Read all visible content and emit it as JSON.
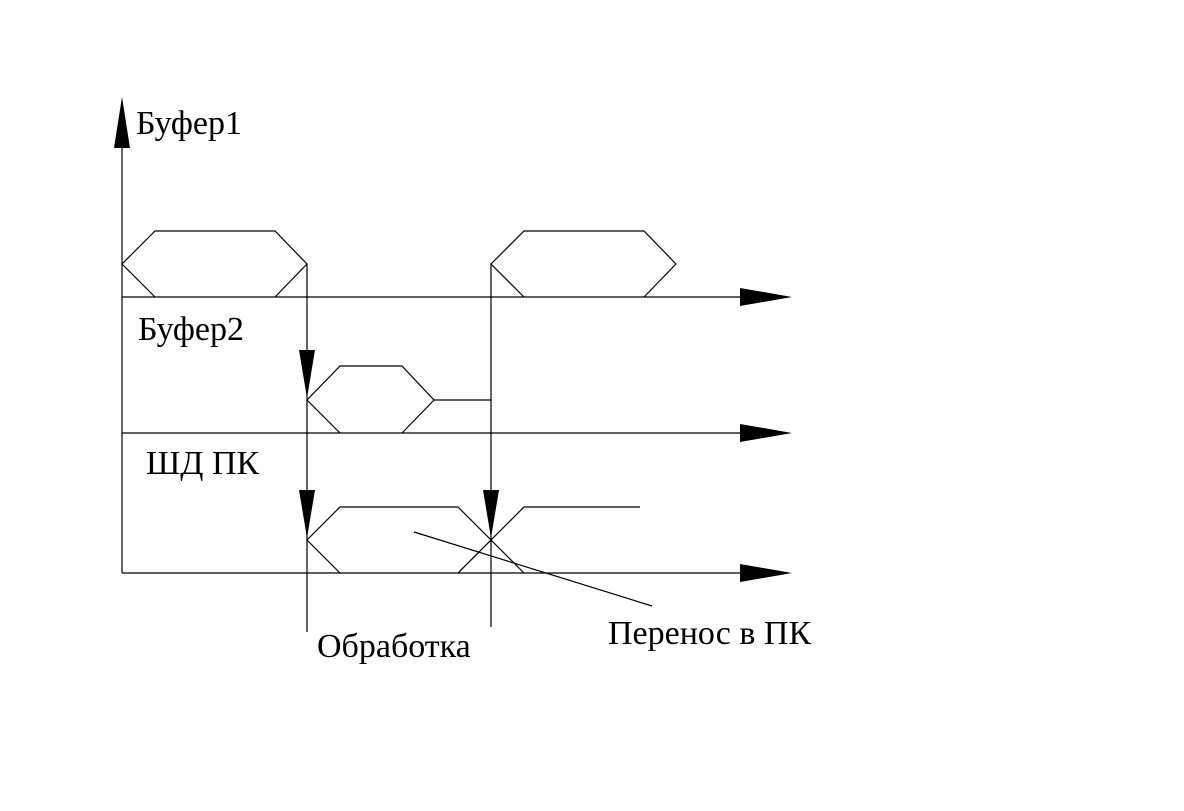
{
  "diagram": {
    "labels": {
      "buffer1": "Буфер1",
      "buffer2": "Буфер2",
      "data_bus": "ШД ПК",
      "processing": "Обработка",
      "transfer": "Перенос в ПК"
    }
  }
}
